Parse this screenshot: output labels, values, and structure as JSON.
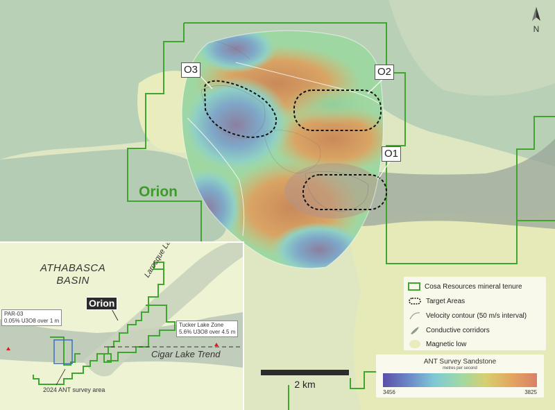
{
  "map": {
    "place_label": "Orion",
    "north_label": "N"
  },
  "targets": [
    {
      "id": "O3",
      "label": "O3"
    },
    {
      "id": "O2",
      "label": "O2"
    },
    {
      "id": "O1",
      "label": "O1"
    }
  ],
  "scale": {
    "label": "2 km"
  },
  "legend": {
    "items": [
      {
        "label": "Cosa Resources mineral tenure",
        "symbol": "tenure"
      },
      {
        "label": "Target Areas",
        "symbol": "target"
      },
      {
        "label": "Velocity contour (50 m/s interval)",
        "symbol": "contour"
      },
      {
        "label": "Conductive corridors",
        "symbol": "conductive"
      },
      {
        "label": "Magnetic low",
        "symbol": "magnetic"
      }
    ]
  },
  "colorbar": {
    "title": "ANT Survey Sandstone",
    "subtitle": "metres per second",
    "min": "3456",
    "max": "3825"
  },
  "inset": {
    "basin_line1": "ATHABASCA",
    "basin_line2": "BASIN",
    "orion": "Orion",
    "par03_line1": "PAR-03",
    "par03_line2": "0.05% U3O8 over 1 m",
    "tucker_line1": "Tucker Lake Zone",
    "tucker_line2": "5.6% U3O8 over 4.5 m",
    "laroque_trend": "Larocque Lake Trend",
    "cigar_trend": "Cigar Lake Trend",
    "survey_area": "2024 ANT survey area"
  },
  "colors": {
    "tenure": "#3ea52f",
    "magnetic_low": "#e9ecbc",
    "conductive": "#8f9b8d",
    "background": "#b5cfb7"
  }
}
